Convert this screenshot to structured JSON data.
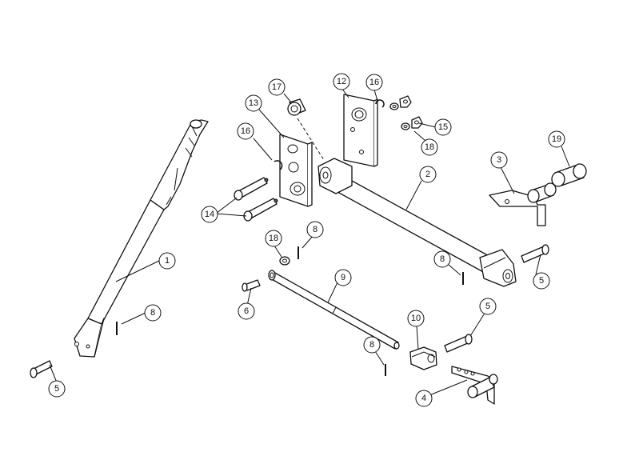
{
  "diagram": {
    "callouts": {
      "c1": "1",
      "c2": "2",
      "c3": "3",
      "c4": "4",
      "c5a": "5",
      "c5b": "5",
      "c5c": "5",
      "c6": "6",
      "c8a": "8",
      "c8b": "8",
      "c8c": "8",
      "c8d": "8",
      "c9": "9",
      "c10": "10",
      "c12": "12",
      "c13": "13",
      "c14": "14",
      "c15": "15",
      "c16a": "16",
      "c16b": "16",
      "c17": "17",
      "c18a": "18",
      "c18b": "18",
      "c19": "19"
    }
  }
}
